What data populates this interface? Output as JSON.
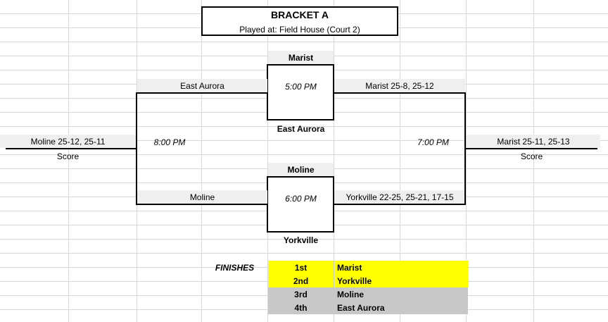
{
  "header": {
    "title": "BRACKET A",
    "subtitle": "Played at: Field House (Court 2)"
  },
  "games": {
    "top_team_above": "Marist",
    "top_time": "5:00 PM",
    "top_team_below": "East Aurora",
    "bottom_team_above": "Moline",
    "bottom_time": "6:00 PM",
    "bottom_team_below": "Yorkville",
    "left_upper_label": "East Aurora",
    "left_lower_label": "Moline",
    "right_upper_label": "Marist 25-8, 25-12",
    "right_lower_label": "Yorkville 22-25, 25-21, 17-15",
    "left_time": "8:00 PM",
    "right_time": "7:00 PM"
  },
  "results": {
    "left_score": "Moline 25-12, 25-11",
    "left_score_label": "Score",
    "right_score": "Marist 25-11, 25-13",
    "right_score_label": "Score"
  },
  "finishes": {
    "label": "FINISHES",
    "rows": [
      {
        "place": "1st",
        "team": "Marist",
        "color": "#ffff00"
      },
      {
        "place": "2nd",
        "team": "Yorkville",
        "color": "#ffff00"
      },
      {
        "place": "3rd",
        "team": "Moline",
        "color": "#c8c8c8"
      },
      {
        "place": "4th",
        "team": "East Aurora",
        "color": "#c8c8c8"
      }
    ]
  }
}
